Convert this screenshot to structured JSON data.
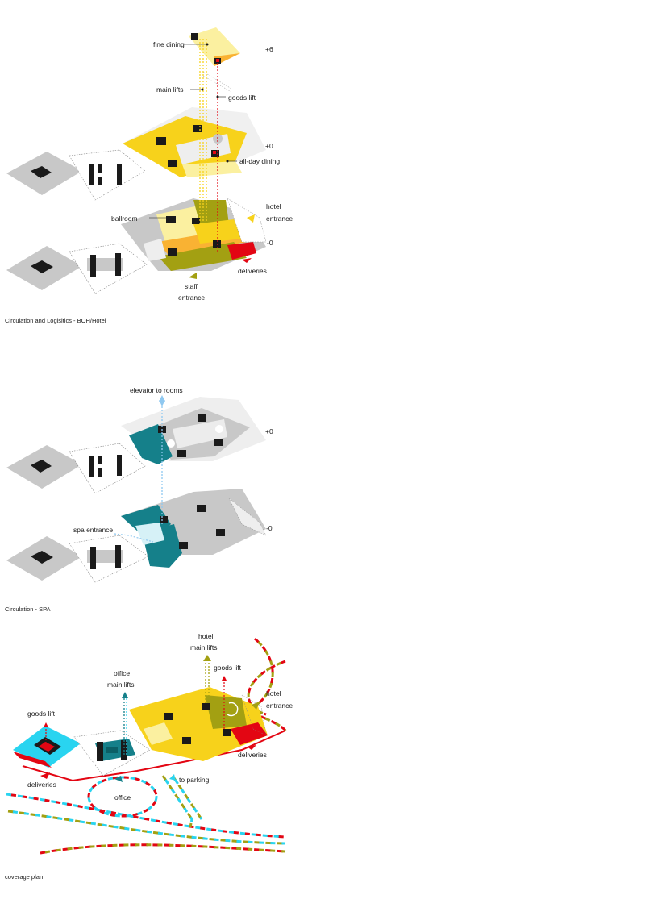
{
  "colors": {
    "yellow": "#f7d21b",
    "light_yellow": "#fbf0a0",
    "orange": "#f9b233",
    "red": "#e30613",
    "olive": "#a3a012",
    "teal": "#15808a",
    "cyan": "#29d4f0",
    "grey": "#c8c8c8",
    "light_grey": "#e6e6e6",
    "black": "#1a1a1a"
  },
  "diagram1": {
    "caption": "Circulation and Logisitics - BOH/Hotel",
    "labels": {
      "fine_dining": "fine dining",
      "main_lifts": "main lifts",
      "goods_lift": "goods lift",
      "all_day_dining": "all-day dining",
      "ballroom": "ballroom",
      "hotel": "hotel",
      "entrance": "entrance",
      "staff": "staff",
      "staff_entrance": "entrance",
      "deliveries": "deliveries"
    },
    "levels": {
      "top": "+6",
      "mid": "+0",
      "ground": "-0"
    }
  },
  "diagram2": {
    "caption": "Circulation - SPA",
    "labels": {
      "elevator_to_rooms": "elevator to rooms",
      "spa_entrance": "spa entrance"
    },
    "levels": {
      "upper": "+0",
      "lower": "-0"
    }
  },
  "diagram3": {
    "caption": "coverage plan",
    "labels": {
      "hotel": "hotel",
      "main_lifts": "main lifts",
      "goods_lift": "goods lift",
      "office": "office",
      "office_main_lifts": "main lifts",
      "goods_lift_left": "goods lift",
      "hotel_entrance_1": "hotel",
      "hotel_entrance_2": "entrance",
      "deliveries_right": "deliveries",
      "deliveries_left": "deliveries",
      "to_parking": "to parking",
      "office_loop": "office"
    }
  }
}
